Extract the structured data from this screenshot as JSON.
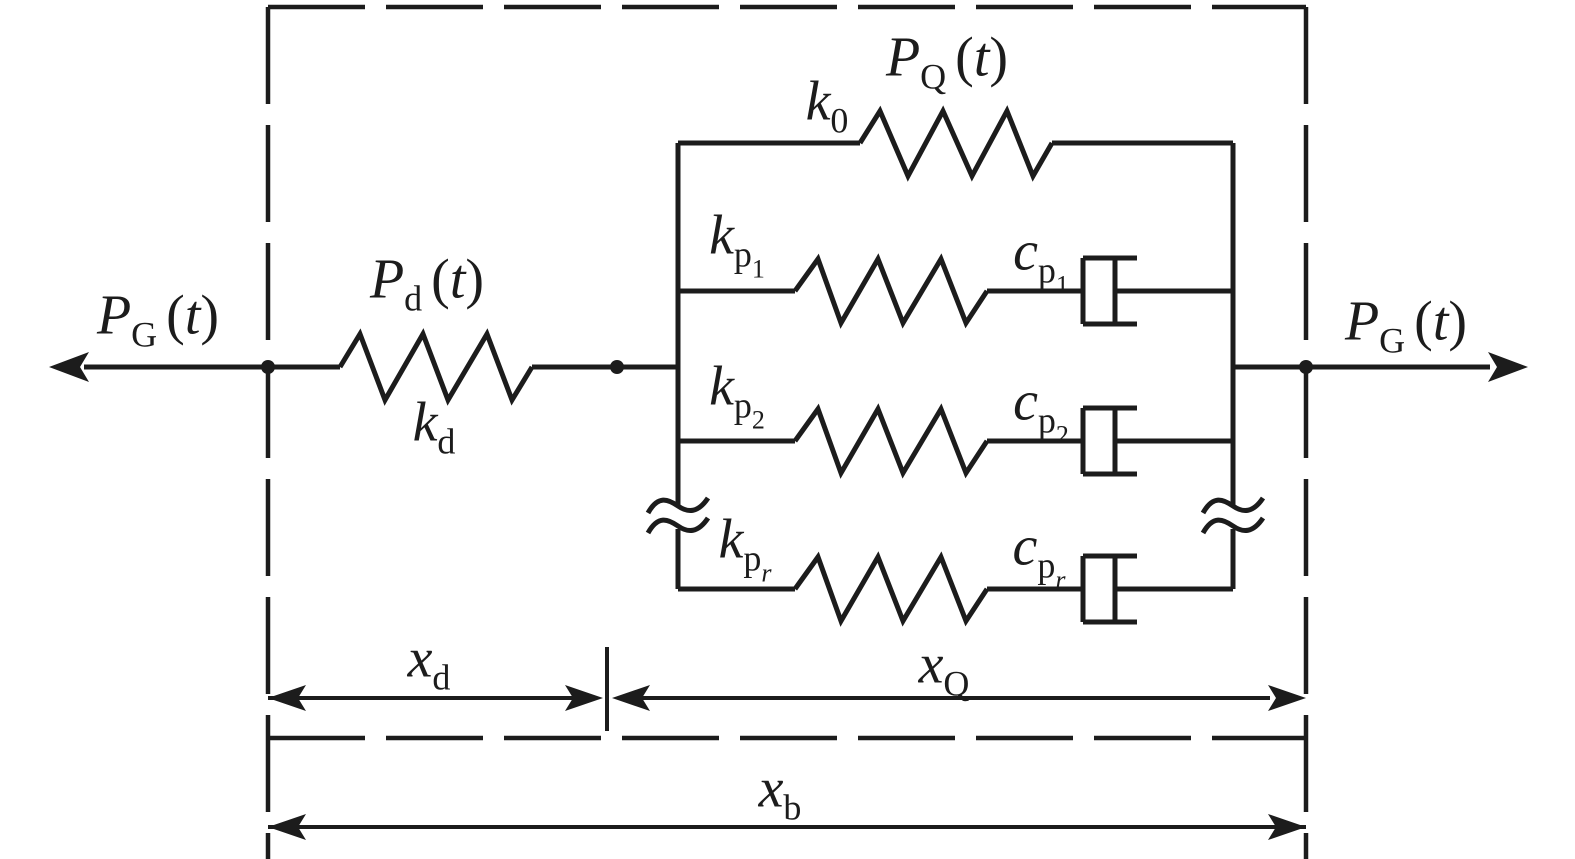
{
  "figure": {
    "kind": "rheological-model-circuit",
    "colors": {
      "line": "#1c1c1c",
      "background": "#ffffff"
    }
  },
  "labels": {
    "pg_left": {
      "main": "P",
      "sub": "G",
      "open": "(",
      "var": "t",
      "close": ")"
    },
    "pg_right": {
      "main": "P",
      "sub": "G",
      "open": "(",
      "var": "t",
      "close": ")"
    },
    "pd": {
      "main": "P",
      "sub": "d",
      "open": "(",
      "var": "t",
      "close": ")"
    },
    "pq": {
      "main": "P",
      "sub": "Q",
      "open": "(",
      "var": "t",
      "close": ")"
    },
    "kd": {
      "main": "k",
      "sub": "d"
    },
    "k0": {
      "main": "k",
      "sub": "0"
    },
    "kp1": {
      "main": "k",
      "sub": "p",
      "subsub": "1"
    },
    "kp2": {
      "main": "k",
      "sub": "p",
      "subsub": "2"
    },
    "kpr": {
      "main": "k",
      "sub": "p",
      "subsub_italic": "r"
    },
    "cp1": {
      "main": "c",
      "sub": "p",
      "subsub": "1"
    },
    "cp2": {
      "main": "c",
      "sub": "p",
      "subsub": "2"
    },
    "cpr": {
      "main": "c",
      "sub": "p",
      "subsub_italic": "r"
    },
    "xd": {
      "main": "x",
      "sub": "d"
    },
    "xq": {
      "main": "x",
      "sub": "Q"
    },
    "xb": {
      "main": "x",
      "sub": "b"
    }
  }
}
